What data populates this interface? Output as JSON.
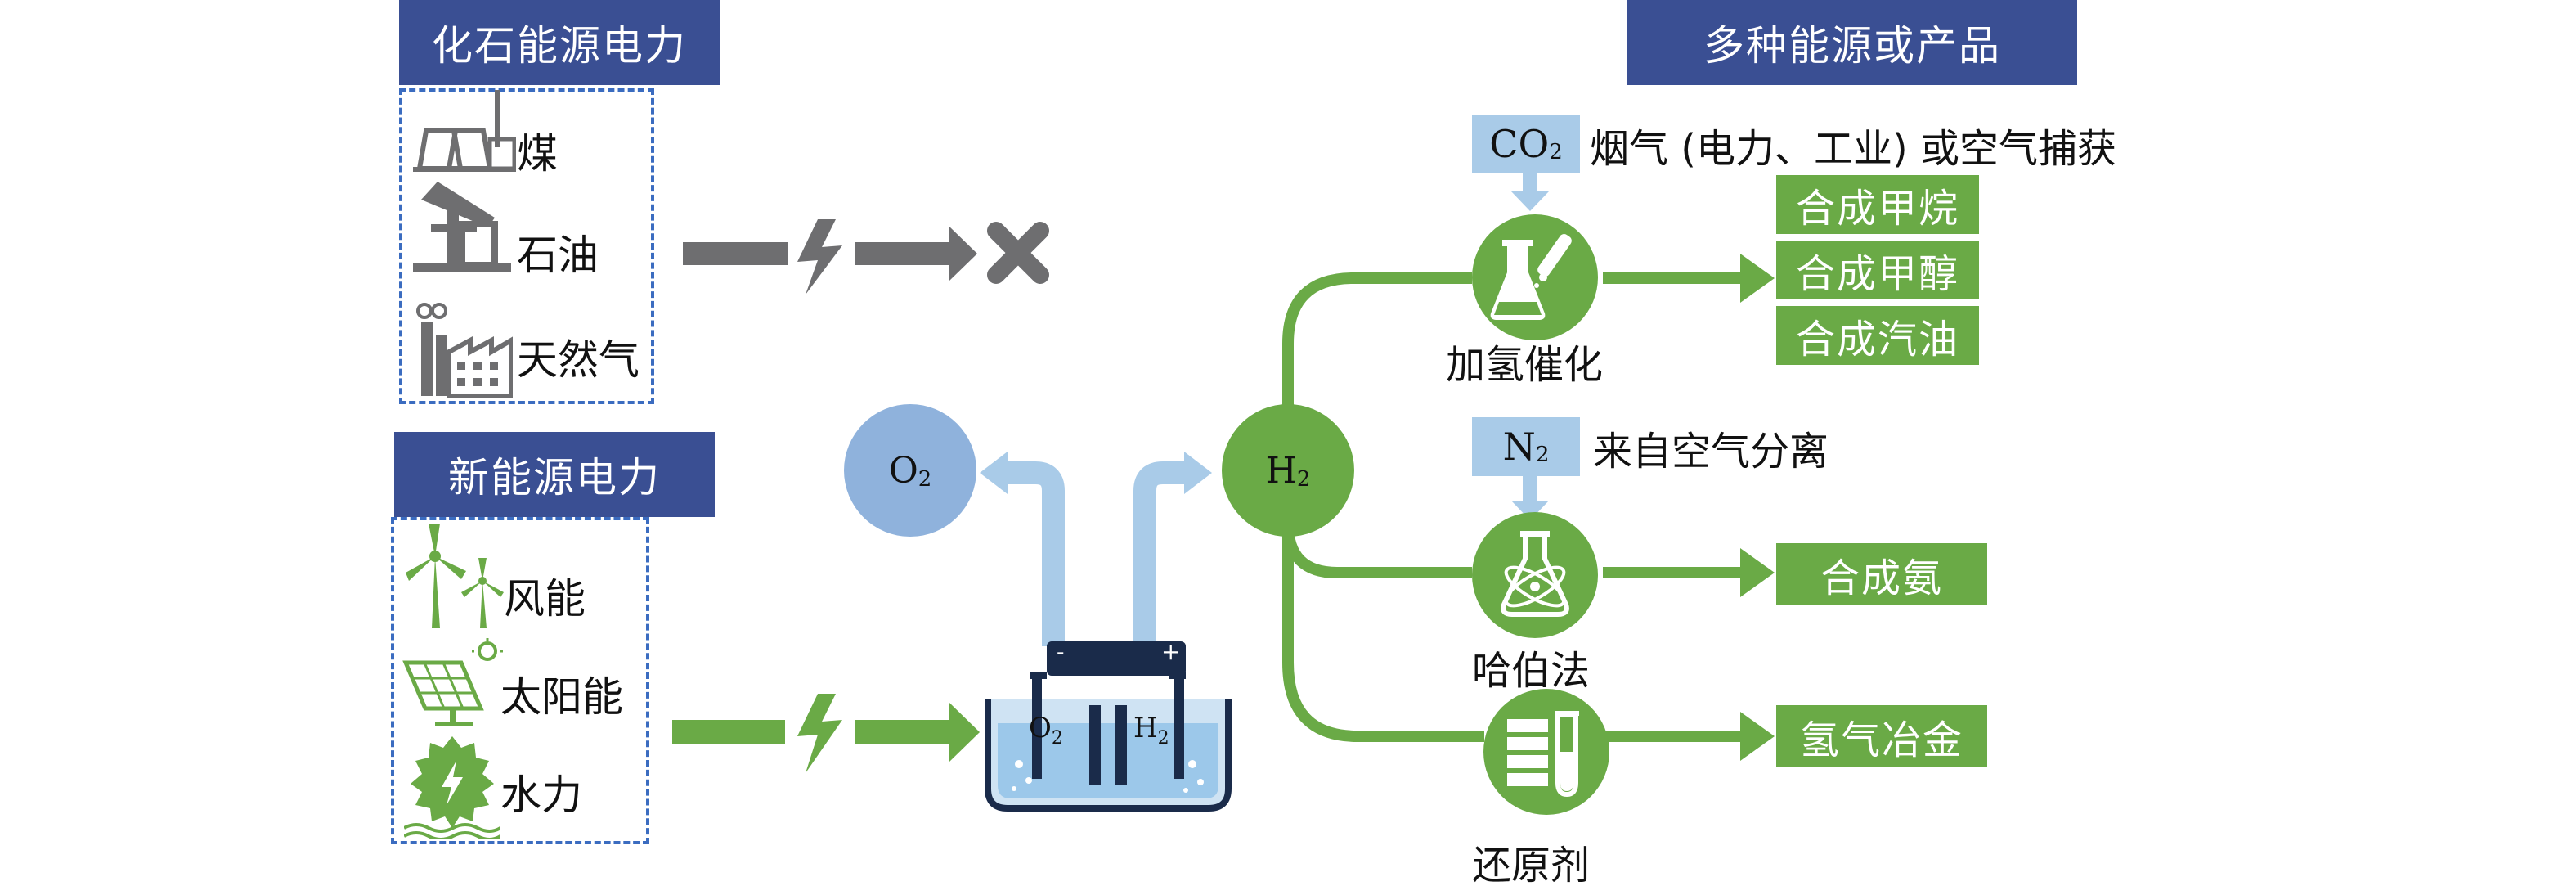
{
  "fossil": {
    "header": "化石能源电力",
    "items": [
      {
        "label": "煤",
        "icon": "power-plant-icon"
      },
      {
        "label": "石油",
        "icon": "oil-pump-icon"
      },
      {
        "label": "天然气",
        "icon": "gas-factory-icon"
      }
    ]
  },
  "renewable": {
    "header": "新能源电力",
    "items": [
      {
        "label": "风能",
        "icon": "wind-turbine-icon"
      },
      {
        "label": "太阳能",
        "icon": "solar-panel-icon"
      },
      {
        "label": "水力",
        "icon": "water-wheel-icon"
      }
    ]
  },
  "electrolyzer": {
    "o2_label": "O",
    "o2_sub": "2",
    "h2_label": "H",
    "h2_sub": "2",
    "minus": "-",
    "plus": "+"
  },
  "o2_bubble": {
    "label": "O",
    "sub": "2"
  },
  "h2_hub": {
    "label": "H",
    "sub": "2"
  },
  "products_header": "多种能源或产品",
  "co2": {
    "label": "CO",
    "sub": "2",
    "text": "烟气 (电力、工业) 或空气捕获"
  },
  "n2": {
    "label": "N",
    "sub": "2",
    "text": "来自空气分离"
  },
  "branches": [
    {
      "caption": "加氢催化",
      "icon": "flask-icon",
      "products": [
        "合成甲烷",
        "合成甲醇",
        "合成汽油"
      ]
    },
    {
      "caption": "哈伯法",
      "icon": "atom-flask-icon",
      "products": [
        "合成氨"
      ]
    },
    {
      "caption": "还原剂",
      "icon": "metal-test-tube-icon",
      "products": [
        "氢气冶金"
      ]
    }
  ],
  "colors": {
    "fossil_blue": "#3a4f93",
    "green": "#6aaa46",
    "light_blue": "#a9cbe8",
    "gray": "#6e6e70"
  }
}
